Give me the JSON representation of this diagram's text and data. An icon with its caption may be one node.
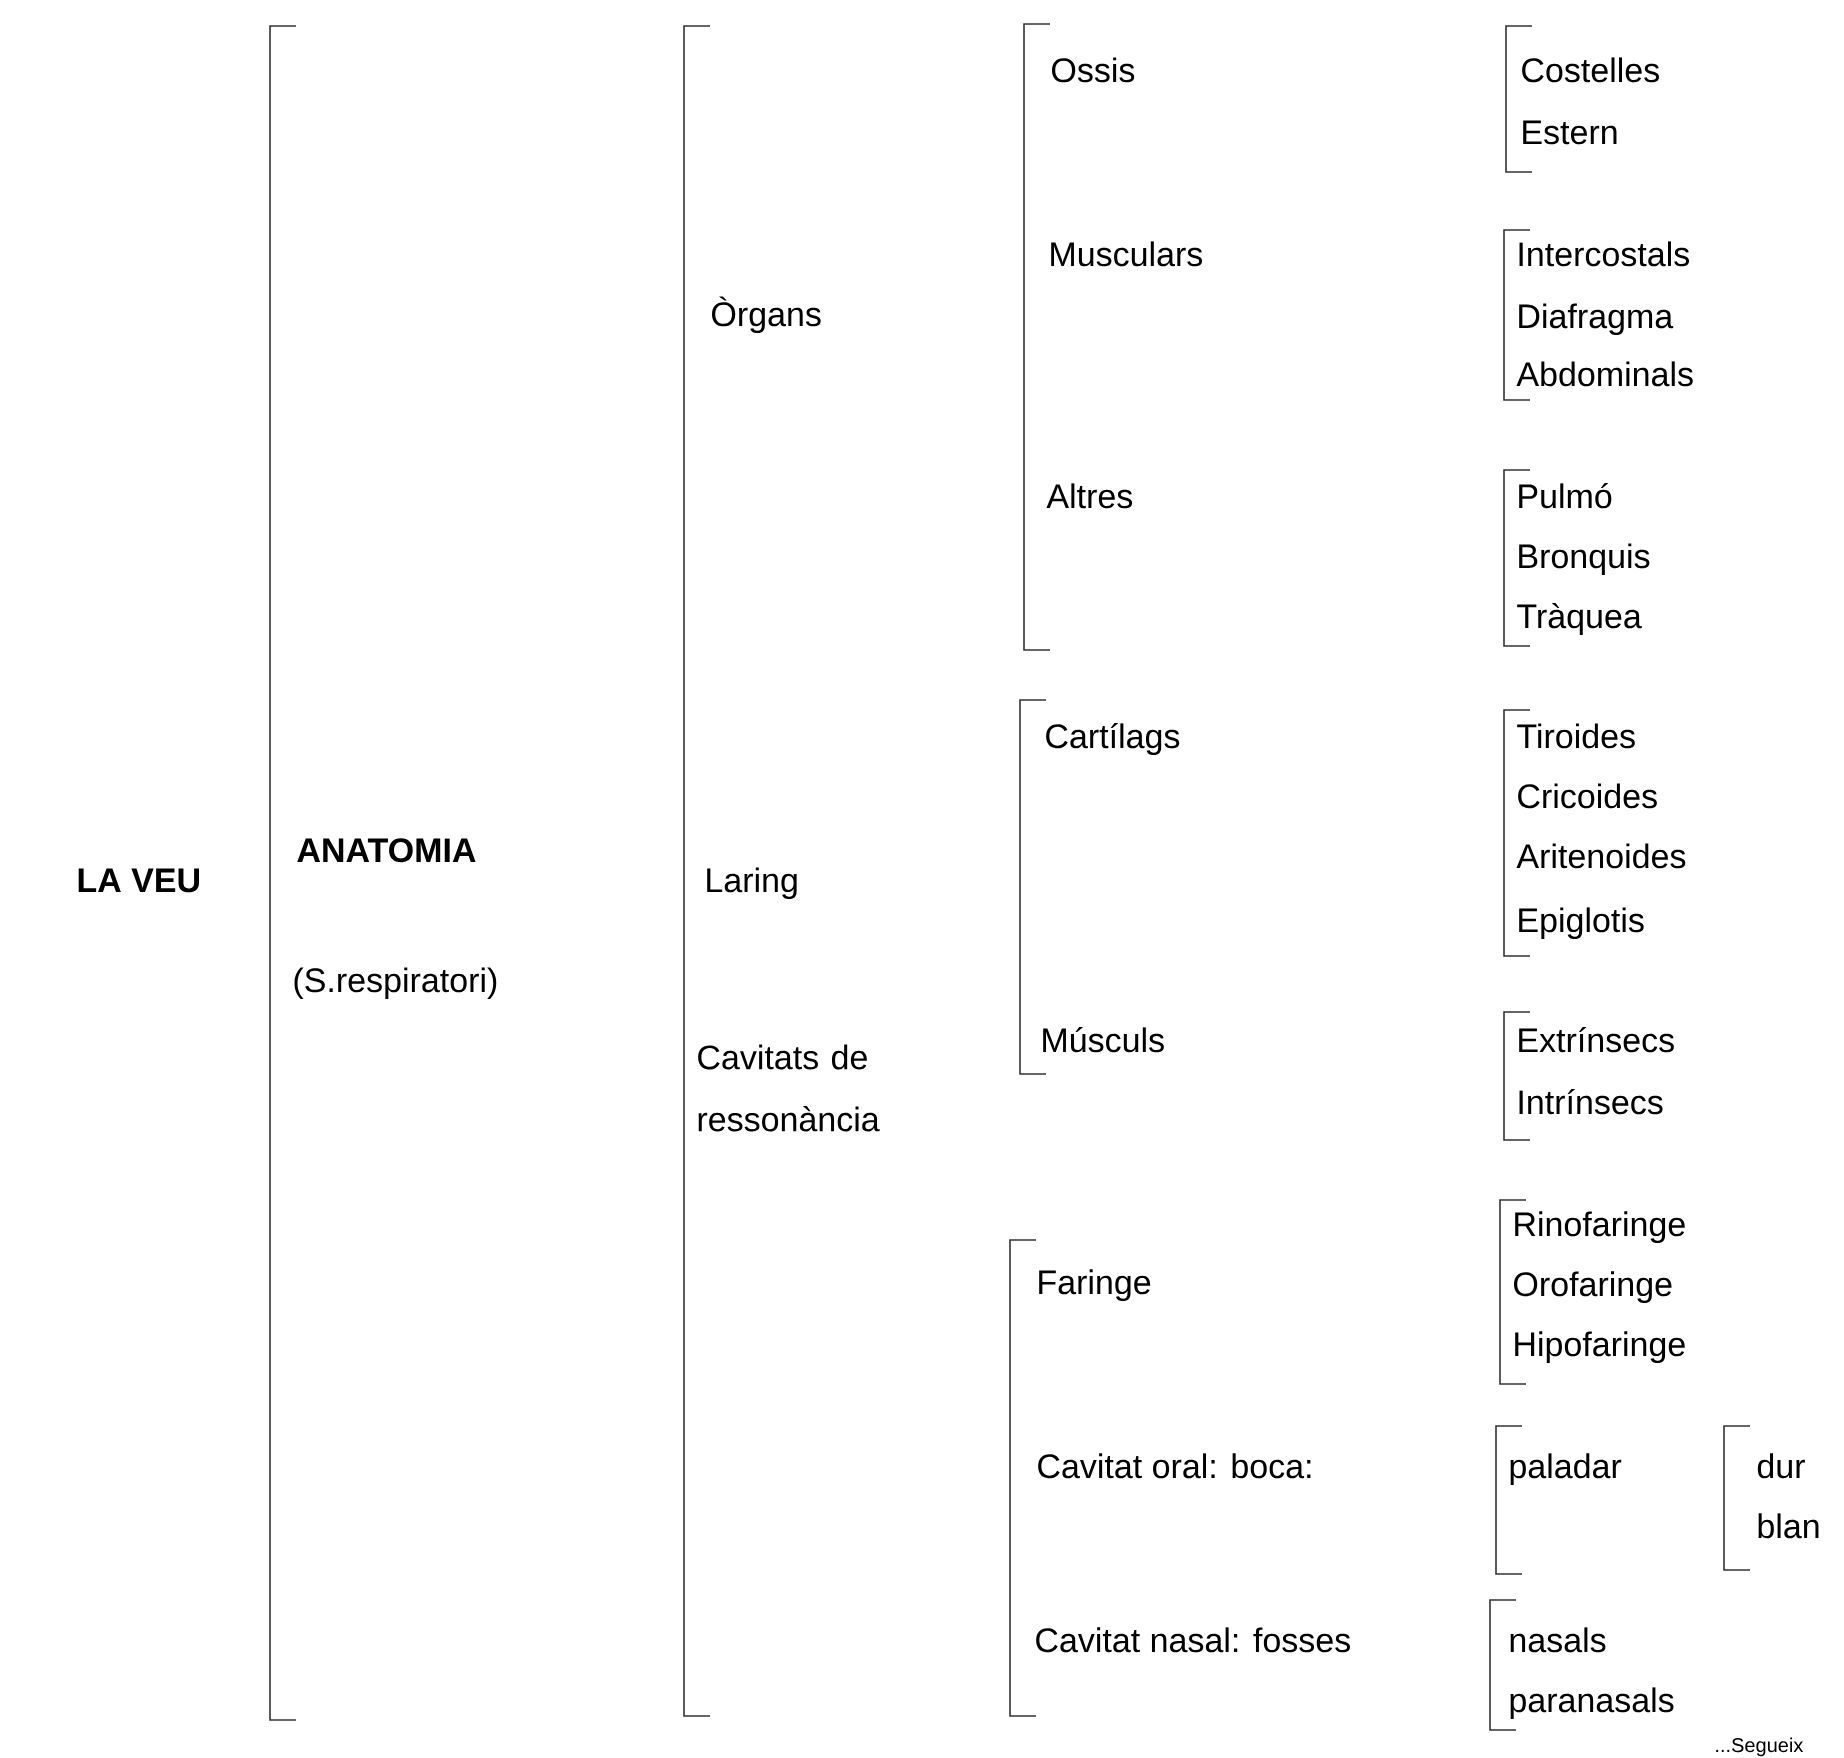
{
  "diagram": {
    "labels": [
      "LA VEU",
      "ANATOMIA",
      "(S.respiratori)",
      "Òrgans",
      "Ossis",
      "Costelles",
      "Estern",
      "Musculars",
      "Intercostals",
      "Diafragma",
      "Abdominals",
      "Altres",
      "Pulmó",
      "Bronquis",
      "Tràquea",
      "Laring",
      "Cartílags",
      "Tiroides",
      "Cricoides",
      "Aritenoides",
      "Epiglotis",
      "Músculs",
      "Extrínsecs",
      "Intrínsecs",
      "Cavitats de ressonància",
      "Faringe",
      "Rinofaringe",
      "Orofaringe",
      "Hipofaringe",
      "Cavitat oral: boca:",
      "paladar",
      "dur",
      "blan",
      "Cavitat nasal: fosses",
      "nasals",
      "paranasals",
      "...Segueix"
    ]
  }
}
